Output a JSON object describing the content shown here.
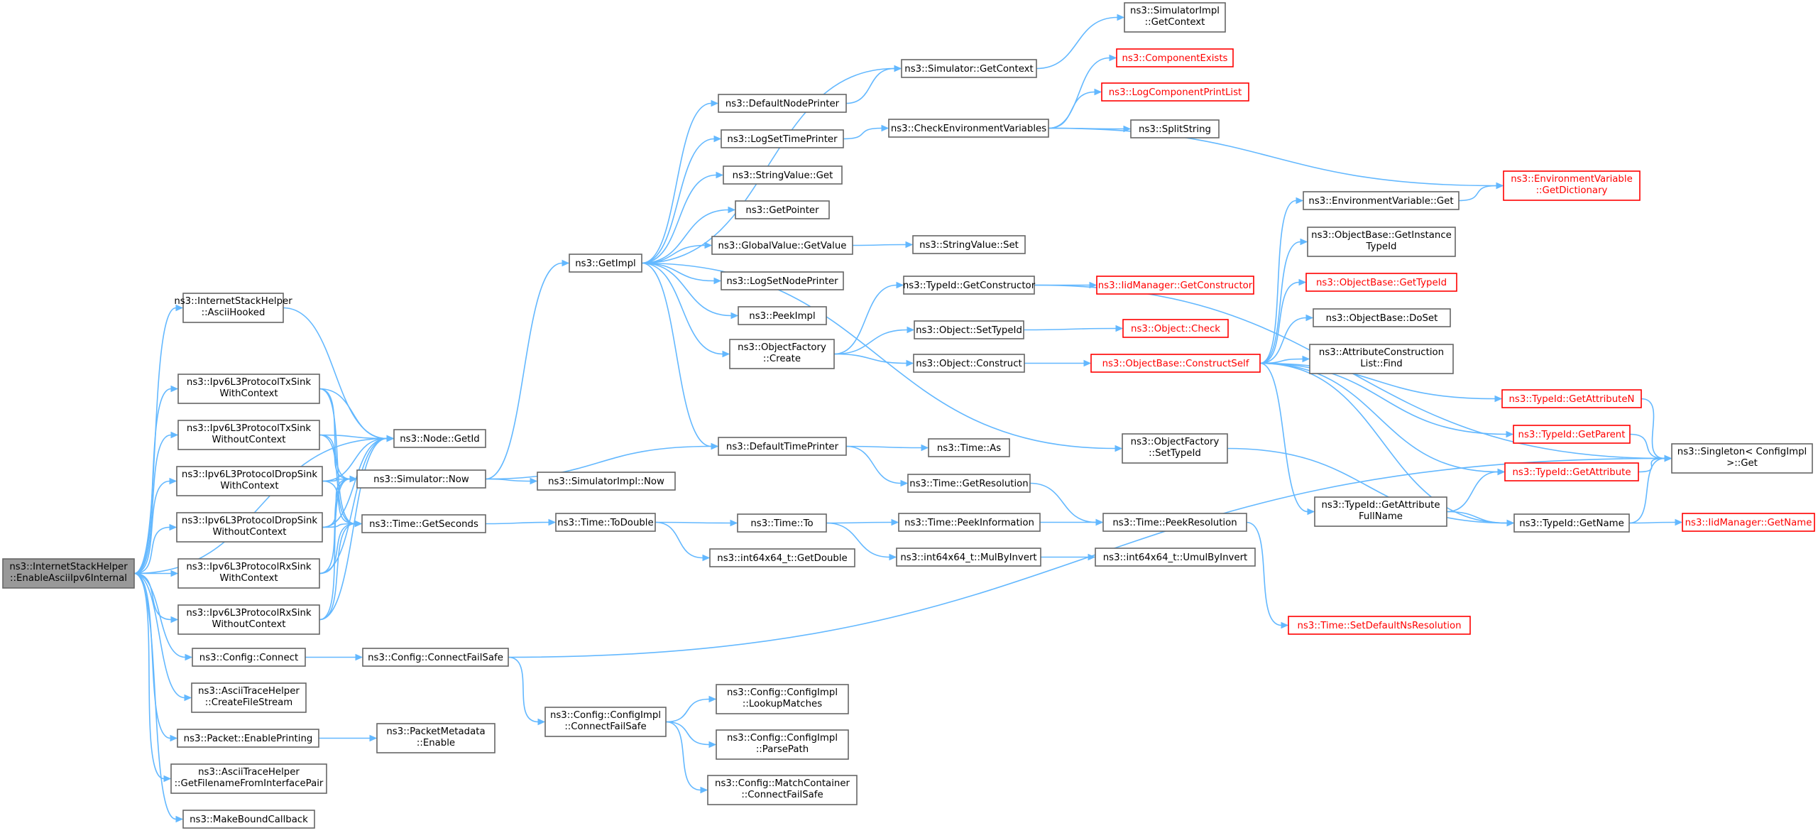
{
  "graph": {
    "colors": {
      "edge": "#63b8ff",
      "border": "#666666",
      "root_fill": "#999999",
      "external_border": "#ff0000",
      "external_text": "#ff0000"
    },
    "nodes": [
      {
        "id": "root",
        "label": [
          "ns3::InternetStackHelper",
          "::EnableAsciiIpv6Internal"
        ],
        "style": "root"
      },
      {
        "id": "asciihooked",
        "label": [
          "ns3::InternetStackHelper",
          "::AsciiHooked"
        ]
      },
      {
        "id": "txsinkwc",
        "label": [
          "ns3::Ipv6L3ProtocolTxSink",
          "WithContext"
        ]
      },
      {
        "id": "txsinkwoc",
        "label": [
          "ns3::Ipv6L3ProtocolTxSink",
          "WithoutContext"
        ]
      },
      {
        "id": "dropwc",
        "label": [
          "ns3::Ipv6L3ProtocolDropSink",
          "WithContext"
        ]
      },
      {
        "id": "dropwoc",
        "label": [
          "ns3::Ipv6L3ProtocolDropSink",
          "WithoutContext"
        ]
      },
      {
        "id": "rxwc",
        "label": [
          "ns3::Ipv6L3ProtocolRxSink",
          "WithContext"
        ]
      },
      {
        "id": "rxwoc",
        "label": [
          "ns3::Ipv6L3ProtocolRxSink",
          "WithoutContext"
        ]
      },
      {
        "id": "configconnect",
        "label": [
          "ns3::Config::Connect"
        ]
      },
      {
        "id": "createfilestream",
        "label": [
          "ns3::AsciiTraceHelper",
          "::CreateFileStream"
        ]
      },
      {
        "id": "enableprinting",
        "label": [
          "ns3::Packet::EnablePrinting"
        ]
      },
      {
        "id": "getfilename",
        "label": [
          "ns3::AsciiTraceHelper",
          "::GetFilenameFromInterfacePair"
        ]
      },
      {
        "id": "makeboundcallback",
        "label": [
          "ns3::MakeBoundCallback"
        ]
      },
      {
        "id": "nodegetid",
        "label": [
          "ns3::Node::GetId"
        ]
      },
      {
        "id": "simnow",
        "label": [
          "ns3::Simulator::Now"
        ]
      },
      {
        "id": "timegetseconds",
        "label": [
          "ns3::Time::GetSeconds"
        ]
      },
      {
        "id": "connectfailsafe",
        "label": [
          "ns3::Config::ConnectFailSafe"
        ]
      },
      {
        "id": "packetmetaenable",
        "label": [
          "ns3::PacketMetadata",
          "::Enable"
        ]
      },
      {
        "id": "getimpl",
        "label": [
          "ns3::GetImpl"
        ]
      },
      {
        "id": "simimplnow",
        "label": [
          "ns3::SimulatorImpl::Now"
        ]
      },
      {
        "id": "todouble",
        "label": [
          "ns3::Time::ToDouble"
        ]
      },
      {
        "id": "configimplcfs",
        "label": [
          "ns3::Config::ConfigImpl",
          "::ConnectFailSafe"
        ]
      },
      {
        "id": "defaultnodeprinter",
        "label": [
          "ns3::DefaultNodePrinter"
        ]
      },
      {
        "id": "logsettimeprinter",
        "label": [
          "ns3::LogSetTimePrinter"
        ]
      },
      {
        "id": "stringvalueget",
        "label": [
          "ns3::StringValue::Get"
        ]
      },
      {
        "id": "getpointer",
        "label": [
          "ns3::GetPointer"
        ]
      },
      {
        "id": "globalvaluegetvalue",
        "label": [
          "ns3::GlobalValue::GetValue"
        ]
      },
      {
        "id": "logsetnodeprinter",
        "label": [
          "ns3::LogSetNodePrinter"
        ]
      },
      {
        "id": "peekimpl",
        "label": [
          "ns3::PeekImpl"
        ]
      },
      {
        "id": "objectfactorycreate",
        "label": [
          "ns3::ObjectFactory",
          "::Create"
        ]
      },
      {
        "id": "defaulttimeprinter",
        "label": [
          "ns3::DefaultTimePrinter"
        ]
      },
      {
        "id": "timeto",
        "label": [
          "ns3::Time::To"
        ]
      },
      {
        "id": "int64getdouble",
        "label": [
          "ns3::int64x64_t::GetDouble"
        ]
      },
      {
        "id": "lookupmatches",
        "label": [
          "ns3::Config::ConfigImpl",
          "::LookupMatches"
        ]
      },
      {
        "id": "parsepath",
        "label": [
          "ns3::Config::ConfigImpl",
          "::ParsePath"
        ]
      },
      {
        "id": "matchcontainercfs",
        "label": [
          "ns3::Config::MatchContainer",
          "::ConnectFailSafe"
        ]
      },
      {
        "id": "simgetcontext",
        "label": [
          "ns3::Simulator::GetContext"
        ]
      },
      {
        "id": "checkenvvars",
        "label": [
          "ns3::CheckEnvironmentVariables"
        ]
      },
      {
        "id": "stringvalueset",
        "label": [
          "ns3::StringValue::Set"
        ]
      },
      {
        "id": "typeidgetconstructor",
        "label": [
          "ns3::TypeId::GetConstructor"
        ]
      },
      {
        "id": "objectsettypeid",
        "label": [
          "ns3::Object::SetTypeId"
        ]
      },
      {
        "id": "objectconstruct",
        "label": [
          "ns3::Object::Construct"
        ]
      },
      {
        "id": "timeas",
        "label": [
          "ns3::Time::As"
        ]
      },
      {
        "id": "timegetresolution",
        "label": [
          "ns3::Time::GetResolution"
        ]
      },
      {
        "id": "timepeekinformation",
        "label": [
          "ns3::Time::PeekInformation"
        ]
      },
      {
        "id": "int64mulbyinvert",
        "label": [
          "ns3::int64x64_t::MulByInvert"
        ]
      },
      {
        "id": "simimplgetcontext",
        "label": [
          "ns3::SimulatorImpl",
          "::GetContext"
        ]
      },
      {
        "id": "componentexists",
        "label": [
          "ns3::ComponentExists"
        ],
        "style": "red"
      },
      {
        "id": "logcomponentprintlist",
        "label": [
          "ns3::LogComponentPrintList"
        ],
        "style": "red"
      },
      {
        "id": "splitstring",
        "label": [
          "ns3::SplitString"
        ]
      },
      {
        "id": "iidgetconstructor",
        "label": [
          "ns3::IidManager::GetConstructor"
        ],
        "style": "red"
      },
      {
        "id": "objectcheck",
        "label": [
          "ns3::Object::Check"
        ],
        "style": "red"
      },
      {
        "id": "constructself",
        "label": [
          "ns3::ObjectBase::ConstructSelf"
        ],
        "style": "red"
      },
      {
        "id": "objfactorysettypeid",
        "label": [
          "ns3::ObjectFactory",
          "::SetTypeId"
        ]
      },
      {
        "id": "timepeekresolution",
        "label": [
          "ns3::Time::PeekResolution"
        ]
      },
      {
        "id": "int64umulbyinvert",
        "label": [
          "ns3::int64x64_t::UmulByInvert"
        ]
      },
      {
        "id": "envvarget",
        "label": [
          "ns3::EnvironmentVariable::Get"
        ]
      },
      {
        "id": "getinstancetypeid",
        "label": [
          "ns3::ObjectBase::GetInstance",
          "TypeId"
        ]
      },
      {
        "id": "objbasegettypeid",
        "label": [
          "ns3::ObjectBase::GetTypeId"
        ],
        "style": "red"
      },
      {
        "id": "objbasedoset",
        "label": [
          "ns3::ObjectBase::DoSet"
        ]
      },
      {
        "id": "attrconstructionfind",
        "label": [
          "ns3::AttributeConstruction",
          "List::Find"
        ]
      },
      {
        "id": "getattributefullname",
        "label": [
          "ns3::TypeId::GetAttribute",
          "FullName"
        ]
      },
      {
        "id": "setdefaultnsres",
        "label": [
          "ns3::Time::SetDefaultNsResolution"
        ],
        "style": "red"
      },
      {
        "id": "envvargetdict",
        "label": [
          "ns3::EnvironmentVariable",
          "::GetDictionary"
        ],
        "style": "red"
      },
      {
        "id": "typeidgetattributen",
        "label": [
          "ns3::TypeId::GetAttributeN"
        ],
        "style": "red"
      },
      {
        "id": "typeidgetparent",
        "label": [
          "ns3::TypeId::GetParent"
        ],
        "style": "red"
      },
      {
        "id": "typeidgetattribute",
        "label": [
          "ns3::TypeId::GetAttribute"
        ],
        "style": "red"
      },
      {
        "id": "typeidgetname",
        "label": [
          "ns3::TypeId::GetName"
        ]
      },
      {
        "id": "singletonget",
        "label": [
          "ns3::Singleton< ConfigImpl",
          ">::Get"
        ]
      },
      {
        "id": "iidgetname",
        "label": [
          "ns3::IidManager::GetName"
        ],
        "style": "red"
      }
    ],
    "edges": [
      [
        "root",
        "asciihooked"
      ],
      [
        "root",
        "nodegetid"
      ],
      [
        "root",
        "txsinkwc"
      ],
      [
        "root",
        "txsinkwoc"
      ],
      [
        "root",
        "dropwc"
      ],
      [
        "root",
        "dropwoc"
      ],
      [
        "root",
        "rxwc"
      ],
      [
        "root",
        "rxwoc"
      ],
      [
        "root",
        "configconnect"
      ],
      [
        "root",
        "createfilestream"
      ],
      [
        "root",
        "enableprinting"
      ],
      [
        "root",
        "getfilename"
      ],
      [
        "root",
        "makeboundcallback"
      ],
      [
        "asciihooked",
        "nodegetid"
      ],
      [
        "txsinkwc",
        "nodegetid"
      ],
      [
        "txsinkwc",
        "simnow"
      ],
      [
        "txsinkwc",
        "timegetseconds"
      ],
      [
        "txsinkwoc",
        "nodegetid"
      ],
      [
        "txsinkwoc",
        "simnow"
      ],
      [
        "txsinkwoc",
        "timegetseconds"
      ],
      [
        "dropwc",
        "nodegetid"
      ],
      [
        "dropwc",
        "simnow"
      ],
      [
        "dropwc",
        "timegetseconds"
      ],
      [
        "dropwoc",
        "nodegetid"
      ],
      [
        "dropwoc",
        "simnow"
      ],
      [
        "dropwoc",
        "timegetseconds"
      ],
      [
        "rxwc",
        "nodegetid"
      ],
      [
        "rxwc",
        "simnow"
      ],
      [
        "rxwc",
        "timegetseconds"
      ],
      [
        "rxwoc",
        "nodegetid"
      ],
      [
        "rxwoc",
        "simnow"
      ],
      [
        "rxwoc",
        "timegetseconds"
      ],
      [
        "configconnect",
        "connectfailsafe"
      ],
      [
        "enableprinting",
        "packetmetaenable"
      ],
      [
        "simnow",
        "getimpl"
      ],
      [
        "simnow",
        "simimplnow"
      ],
      [
        "simnow",
        "defaulttimeprinter"
      ],
      [
        "timegetseconds",
        "todouble"
      ],
      [
        "connectfailsafe",
        "configimplcfs"
      ],
      [
        "connectfailsafe",
        "singletonget"
      ],
      [
        "getimpl",
        "simgetcontext"
      ],
      [
        "getimpl",
        "defaultnodeprinter"
      ],
      [
        "getimpl",
        "logsettimeprinter"
      ],
      [
        "getimpl",
        "stringvalueget"
      ],
      [
        "getimpl",
        "getpointer"
      ],
      [
        "getimpl",
        "globalvaluegetvalue"
      ],
      [
        "getimpl",
        "logsetnodeprinter"
      ],
      [
        "getimpl",
        "peekimpl"
      ],
      [
        "getimpl",
        "objectfactorycreate"
      ],
      [
        "getimpl",
        "defaulttimeprinter"
      ],
      [
        "getimpl",
        "objfactorysettypeid"
      ],
      [
        "todouble",
        "timeto"
      ],
      [
        "todouble",
        "int64getdouble"
      ],
      [
        "configimplcfs",
        "lookupmatches"
      ],
      [
        "configimplcfs",
        "parsepath"
      ],
      [
        "configimplcfs",
        "matchcontainercfs"
      ],
      [
        "defaultnodeprinter",
        "simgetcontext"
      ],
      [
        "logsettimeprinter",
        "checkenvvars"
      ],
      [
        "globalvaluegetvalue",
        "stringvalueset"
      ],
      [
        "objectfactorycreate",
        "typeidgetconstructor"
      ],
      [
        "objectfactorycreate",
        "objectsettypeid"
      ],
      [
        "objectfactorycreate",
        "objectconstruct"
      ],
      [
        "defaulttimeprinter",
        "timeas"
      ],
      [
        "defaulttimeprinter",
        "timegetresolution"
      ],
      [
        "timeto",
        "timepeekinformation"
      ],
      [
        "timeto",
        "int64mulbyinvert"
      ],
      [
        "simgetcontext",
        "simimplgetcontext"
      ],
      [
        "checkenvvars",
        "componentexists"
      ],
      [
        "checkenvvars",
        "logcomponentprintlist"
      ],
      [
        "checkenvvars",
        "splitstring"
      ],
      [
        "checkenvvars",
        "envvargetdict"
      ],
      [
        "typeidgetconstructor",
        "iidgetconstructor"
      ],
      [
        "typeidgetconstructor",
        "singletonget"
      ],
      [
        "objectsettypeid",
        "objectcheck"
      ],
      [
        "objectconstruct",
        "constructself"
      ],
      [
        "timegetresolution",
        "timepeekresolution"
      ],
      [
        "timepeekinformation",
        "timepeekresolution"
      ],
      [
        "int64mulbyinvert",
        "int64umulbyinvert"
      ],
      [
        "objfactorysettypeid",
        "typeidgetname"
      ],
      [
        "constructself",
        "envvarget"
      ],
      [
        "constructself",
        "getinstancetypeid"
      ],
      [
        "constructself",
        "objbasegettypeid"
      ],
      [
        "constructself",
        "objbasedoset"
      ],
      [
        "constructself",
        "attrconstructionfind"
      ],
      [
        "constructself",
        "typeidgetattributen"
      ],
      [
        "constructself",
        "typeidgetparent"
      ],
      [
        "constructself",
        "typeidgetattribute"
      ],
      [
        "constructself",
        "getattributefullname"
      ],
      [
        "constructself",
        "typeidgetname"
      ],
      [
        "timepeekresolution",
        "setdefaultnsres"
      ],
      [
        "envvarget",
        "envvargetdict"
      ],
      [
        "getattributefullname",
        "typeidgetattribute"
      ],
      [
        "getattributefullname",
        "typeidgetname"
      ],
      [
        "typeidgetattributen",
        "singletonget"
      ],
      [
        "typeidgetparent",
        "singletonget"
      ],
      [
        "typeidgetattribute",
        "singletonget"
      ],
      [
        "typeidgetname",
        "singletonget"
      ],
      [
        "typeidgetname",
        "iidgetname"
      ]
    ]
  }
}
